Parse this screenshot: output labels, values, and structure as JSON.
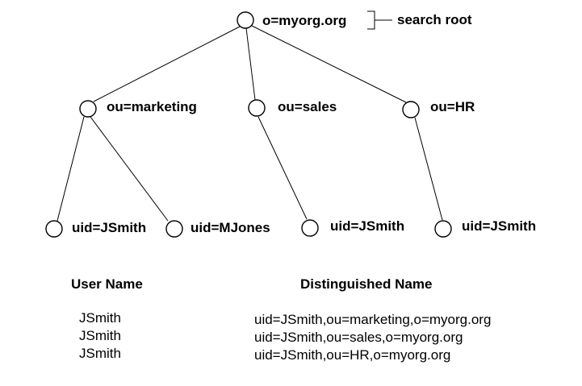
{
  "tree": {
    "root": {
      "label": "o=myorg.org",
      "annotation": "search root"
    },
    "ous": [
      {
        "label": "ou=marketing"
      },
      {
        "label": "ou=sales"
      },
      {
        "label": "ou=HR"
      }
    ],
    "users": [
      {
        "label": "uid=JSmith",
        "parent": 0
      },
      {
        "label": "uid=MJones",
        "parent": 0
      },
      {
        "label": "uid=JSmith",
        "parent": 1
      },
      {
        "label": "uid=JSmith",
        "parent": 2
      }
    ]
  },
  "table": {
    "headers": [
      "User Name",
      "Distinguished Name"
    ],
    "rows": [
      {
        "user": "JSmith",
        "dn": "uid=JSmith,ou=marketing,o=myorg.org"
      },
      {
        "user": "JSmith",
        "dn": "uid=JSmith,ou=sales,o=myorg.org"
      },
      {
        "user": "JSmith",
        "dn": "uid=JSmith,ou=HR,o=myorg.org"
      }
    ]
  }
}
